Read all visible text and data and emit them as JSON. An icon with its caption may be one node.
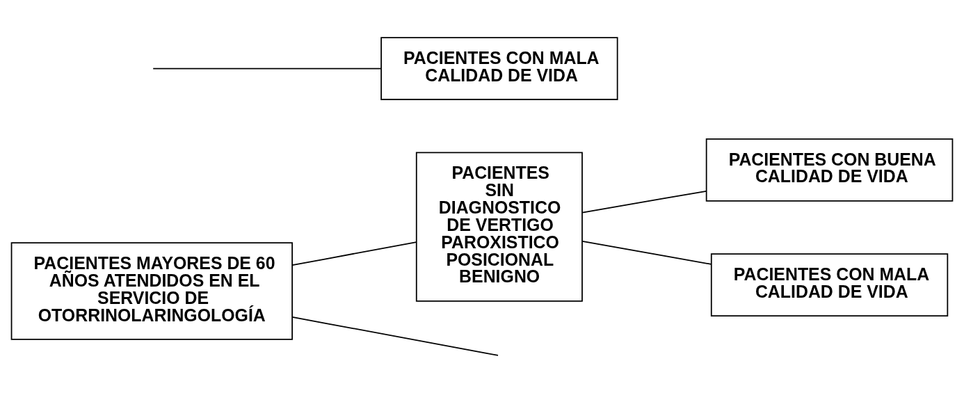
{
  "diagram": {
    "nodes": [
      {
        "text": [
          "PACIENTES MAYORES DE 60 AÑOS ATENDIDOS EN EL SERVICIO DE OTORRINOLARINGOLOGÍA"
        ]
      },
      {
        "text": [
          "PACIENTES CON MALA CALIDAD DE VIDA"
        ]
      },
      {
        "text": [
          "PACIENTES SIN DIAGNOSTICO DE VERTIGO PAROXISTICO POSICIONAL BENIGNO"
        ]
      },
      {
        "text": [
          "PACIENTES CON BUENA CALIDAD DE VIDA"
        ]
      },
      {
        "text": [
          "PACIENTES CON MALA CALIDAD DE VIDA"
        ]
      }
    ],
    "edges": [
      {
        "from": 0,
        "to": null,
        "arrow": "none"
      },
      {
        "from": null,
        "to": 1,
        "arrow": "none"
      },
      {
        "from": 0,
        "to": 2,
        "arrow": "none"
      },
      {
        "from": 2,
        "to": 3,
        "arrow": "none"
      },
      {
        "from": 2,
        "to": 4,
        "arrow": "none"
      }
    ]
  }
}
